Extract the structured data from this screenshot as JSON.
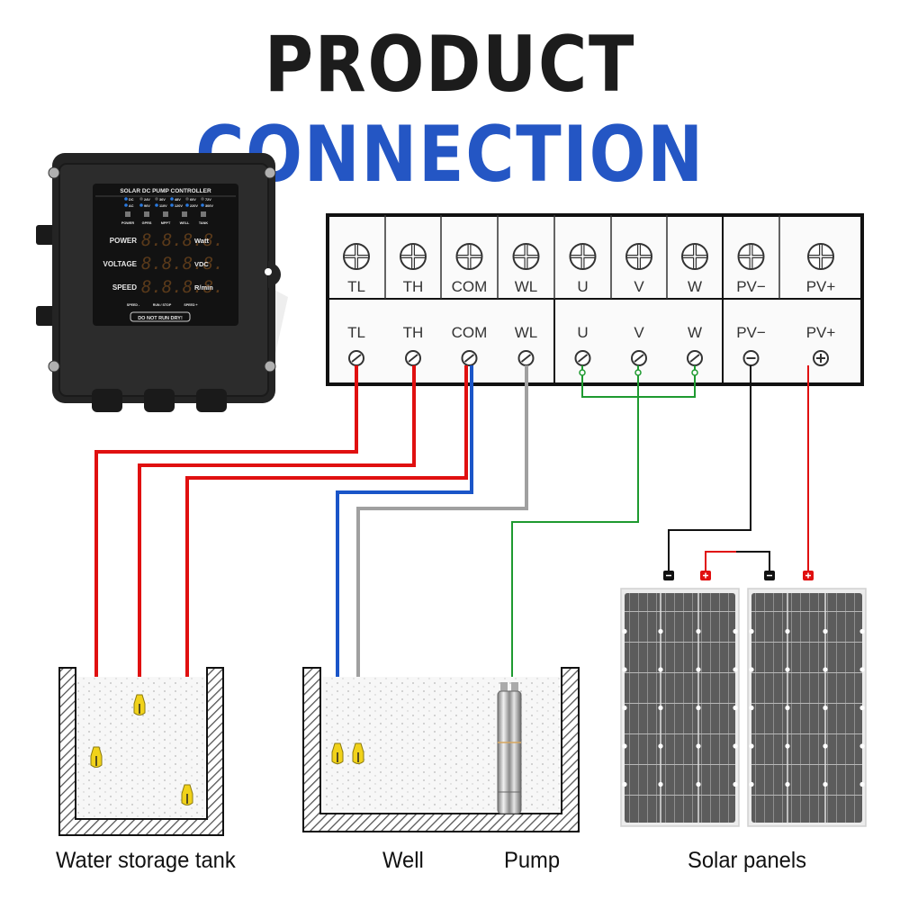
{
  "title": {
    "part1": "PRODUCT",
    "part2": "CONNECTION",
    "part1_color": "#1c1c1c",
    "part2_color": "#2456c4"
  },
  "controller": {
    "header": "SOLAR DC PUMP CONTROLLER",
    "voltage_options_row1": [
      "DC",
      "24V",
      "36V",
      "48V",
      "60V",
      "72V"
    ],
    "voltage_options_row2": [
      "AC",
      "90V",
      "110V",
      "120V",
      "220V",
      "300V"
    ],
    "mode_icons": [
      "POWER",
      "GPRS",
      "MPPT",
      "WELL",
      "TANK"
    ],
    "readouts": [
      {
        "label": "POWER",
        "digits": "8.8.8.8.",
        "unit": "Watt"
      },
      {
        "label": "VOLTAGE",
        "digits": "8.8.8.8.",
        "unit": "VDC"
      },
      {
        "label": "SPEED",
        "digits": "8.8.8.8.",
        "unit": "R/min"
      }
    ],
    "buttons": [
      "SPEED -",
      "RUN / STOP",
      "SPEED +"
    ],
    "warning": "DO NOT RUN DRY!"
  },
  "terminal_block": {
    "top_labels": [
      "TL",
      "TH",
      "COM",
      "WL",
      "U",
      "V",
      "W",
      "PV−",
      "PV+"
    ],
    "bottom_labels": [
      "TL",
      "TH",
      "COM",
      "WL",
      "U",
      "V",
      "W",
      "PV−",
      "PV+"
    ]
  },
  "wire_colors": {
    "tank_sensors": "#e01010",
    "com_well": "#1a55c8",
    "wl_well": "#a0a0a0",
    "motor": "#1e9a30",
    "pv_negative": "#111111",
    "pv_positive": "#e01010"
  },
  "captions": {
    "tank": "Water storage tank",
    "well": "Well",
    "pump": "Pump",
    "solar": "Solar panels"
  }
}
